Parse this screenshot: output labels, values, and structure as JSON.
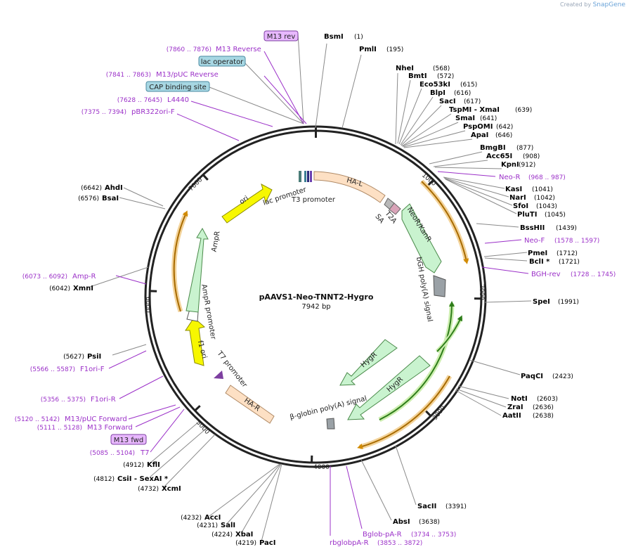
{
  "watermark": {
    "prefix": "Created by",
    "brand": "SnapGene"
  },
  "plasmid": {
    "name": "pAAVS1-Neo-TNNT2-Hygro",
    "size": "7942 bp",
    "length": 7942
  },
  "colors": {
    "primer": "#9b30c8",
    "enzyme_text": "#000000",
    "backbone": "#222222"
  },
  "tick_labels": [
    "1000",
    "2000",
    "3000",
    "4000",
    "5000",
    "6000",
    "7000"
  ],
  "enzymes_right": [
    {
      "name": "BsmI",
      "pos": "(1)"
    },
    {
      "name": "PmlI",
      "pos": "(195)"
    },
    {
      "name": "NheI",
      "pos": "(568)"
    },
    {
      "name": "BmtI",
      "pos": "(572)"
    },
    {
      "name": "Eco53kI",
      "pos": "(615)"
    },
    {
      "name": "BlpI",
      "pos": "(616)"
    },
    {
      "name": "SacI",
      "pos": "(617)"
    },
    {
      "name": "TspMI - XmaI",
      "pos": "(639)"
    },
    {
      "name": "SmaI",
      "pos": "(641)"
    },
    {
      "name": "PspOMI",
      "pos": "(642)"
    },
    {
      "name": "ApaI",
      "pos": "(646)"
    },
    {
      "name": "BmgBI",
      "pos": "(877)"
    },
    {
      "name": "Acc65I",
      "pos": "(908)"
    },
    {
      "name": "KpnI",
      "pos": "(912)"
    },
    {
      "name": "KasI",
      "pos": "(1041)"
    },
    {
      "name": "NarI",
      "pos": "(1042)"
    },
    {
      "name": "SfoI",
      "pos": "(1043)"
    },
    {
      "name": "PluTI",
      "pos": "(1045)"
    },
    {
      "name": "BssHII",
      "pos": "(1439)"
    },
    {
      "name": "PmeI",
      "pos": "(1712)"
    },
    {
      "name": "BclI *",
      "pos": "(1721)"
    },
    {
      "name": "SpeI",
      "pos": "(1991)"
    },
    {
      "name": "PaqCI",
      "pos": "(2423)"
    },
    {
      "name": "NotI",
      "pos": "(2603)"
    },
    {
      "name": "ZraI",
      "pos": "(2636)"
    },
    {
      "name": "AatII",
      "pos": "(2638)"
    },
    {
      "name": "SacII",
      "pos": "(3391)"
    },
    {
      "name": "AbsI",
      "pos": "(3638)"
    }
  ],
  "enzymes_left": [
    {
      "name": "AhdI",
      "pos": "(6642)"
    },
    {
      "name": "BsaI",
      "pos": "(6576)"
    },
    {
      "name": "XmnI",
      "pos": "(6042)"
    },
    {
      "name": "PsiI",
      "pos": "(5627)"
    },
    {
      "name": "KflI",
      "pos": "(4912)"
    },
    {
      "name": "CsiI - SexAI *",
      "pos": "(4812)"
    },
    {
      "name": "XcmI",
      "pos": "(4732)"
    },
    {
      "name": "AccI",
      "pos": "(4232)"
    },
    {
      "name": "SalI",
      "pos": "(4231)"
    },
    {
      "name": "XbaI",
      "pos": "(4224)"
    },
    {
      "name": "PacI",
      "pos": "(4219)"
    }
  ],
  "primers": [
    {
      "name": "M13 Reverse",
      "range": "(7860 .. 7876)"
    },
    {
      "name": "M13/pUC Reverse",
      "range": "(7841 .. 7863)"
    },
    {
      "name": "L4440",
      "range": "(7628 .. 7645)"
    },
    {
      "name": "pBR322ori-F",
      "range": "(7375 .. 7394)"
    },
    {
      "name": "Neo-R",
      "range": "(968 .. 987)"
    },
    {
      "name": "Neo-F",
      "range": "(1578 .. 1597)"
    },
    {
      "name": "BGH-rev",
      "range": "(1728 .. 1745)"
    },
    {
      "name": "Amp-R",
      "range": "(6073 .. 6092)"
    },
    {
      "name": "F1ori-F",
      "range": "(5566 .. 5587)"
    },
    {
      "name": "F1ori-R",
      "range": "(5356 .. 5375)"
    },
    {
      "name": "M13/pUC Forward",
      "range": "(5120 .. 5142)"
    },
    {
      "name": "M13 Forward",
      "range": "(5111 .. 5128)"
    },
    {
      "name": "T7",
      "range": "(5085 .. 5104)"
    },
    {
      "name": "Bglob-pA-R",
      "range": "(3734 .. 3753)"
    },
    {
      "name": "rbglobpA-R",
      "range": "(3853 .. 3872)"
    }
  ],
  "boxed_labels": {
    "m13_rev": "M13 rev",
    "lac_operator": "lac operator",
    "cap_site": "CAP binding site",
    "m13_fwd": "M13 fwd"
  },
  "features": {
    "ha_l": "HA-L",
    "ha_r": "HA-R",
    "t2a": "T2A",
    "sa": "SA",
    "neor": "NeoR/KanR",
    "bgh": "bGH poly(A) signal",
    "hygr1": "HygR",
    "hygr2": "HygR",
    "bglobin": "β-globin poly(A) signal",
    "t7_promoter": "T7 promoter",
    "f1_ori": "f1 ori",
    "ampr_promoter": "AmpR promoter",
    "ampr": "AmpR",
    "ori": "ori",
    "lac_promoter": "lac promoter",
    "t3_promoter": "T3 promoter"
  }
}
